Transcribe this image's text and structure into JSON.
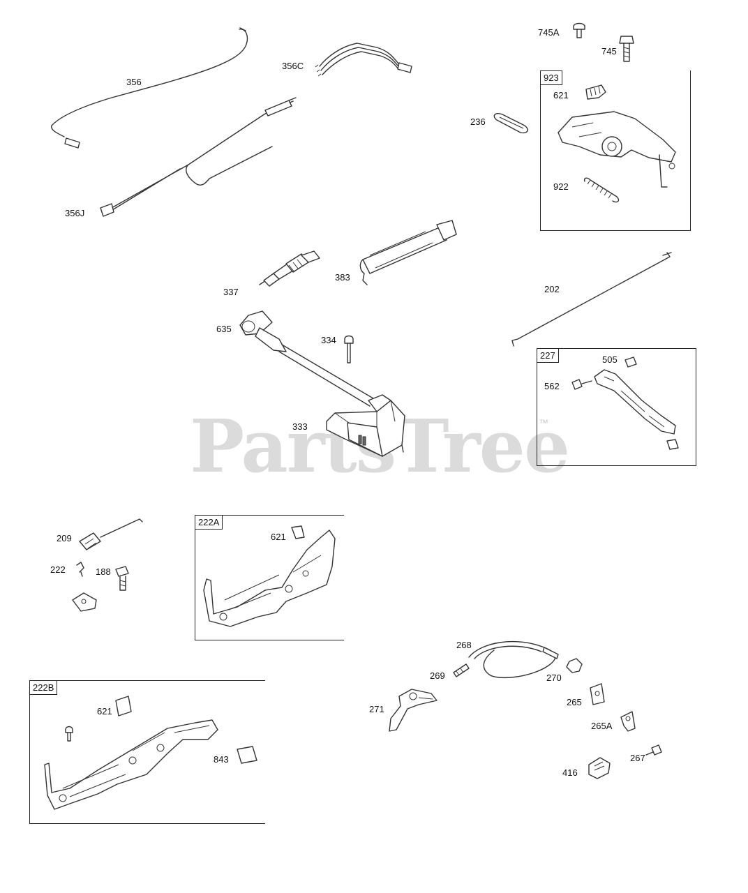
{
  "watermark": {
    "text": "PartsTree",
    "trademark": "™"
  },
  "boxes": {
    "b923": "923",
    "b227": "227",
    "b222A": "222A",
    "b222B": "222B"
  },
  "labels": {
    "p356": "356",
    "p356C": "356C",
    "p356J": "356J",
    "p745A": "745A",
    "p745": "745",
    "p621_923": "621",
    "p236": "236",
    "p922": "922",
    "p337": "337",
    "p383": "383",
    "p202": "202",
    "p635": "635",
    "p334": "334",
    "p333": "333",
    "p505": "505",
    "p562": "562",
    "p209": "209",
    "p222": "222",
    "p188": "188",
    "p621_222A": "621",
    "p268": "268",
    "p269": "269",
    "p270": "270",
    "p271": "271",
    "p265": "265",
    "p265A": "265A",
    "p267": "267",
    "p416": "416",
    "p621_222B": "621",
    "p843": "843"
  }
}
